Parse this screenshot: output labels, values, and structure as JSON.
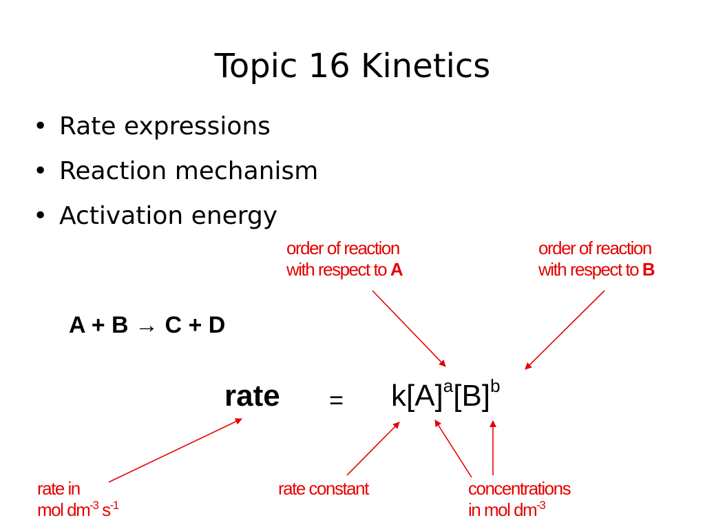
{
  "slide": {
    "title": "Topic 16 Kinetics",
    "bullet_glyph": "•",
    "bullets": [
      "Rate expressions",
      "Reaction mechanism",
      "Activation energy"
    ]
  },
  "reaction": {
    "equation": "A + B → C + D"
  },
  "rate_law": {
    "lhs": "rate",
    "equals": "=",
    "k": "k",
    "conc_a": "[A]",
    "exp_a": "a",
    "conc_b": "[B]",
    "exp_b": "b"
  },
  "annotations": {
    "order_a_line1": "order of reaction",
    "order_a_line2": "with respect to ",
    "order_a_species": "A",
    "order_b_line1": "order of reaction",
    "order_b_line2": "with respect to ",
    "order_b_species": "B",
    "rate_units_line1": "rate in",
    "rate_units_line2": "mol dm",
    "rate_units_exp1": "-3",
    "rate_units_mid": " s",
    "rate_units_exp2": "-1",
    "rate_constant": "rate constant",
    "conc_line1": "concentrations",
    "conc_line2": "in mol dm",
    "conc_exp": "-3"
  },
  "colors": {
    "annotation": "#e60000",
    "text": "#000000",
    "background": "#ffffff"
  }
}
